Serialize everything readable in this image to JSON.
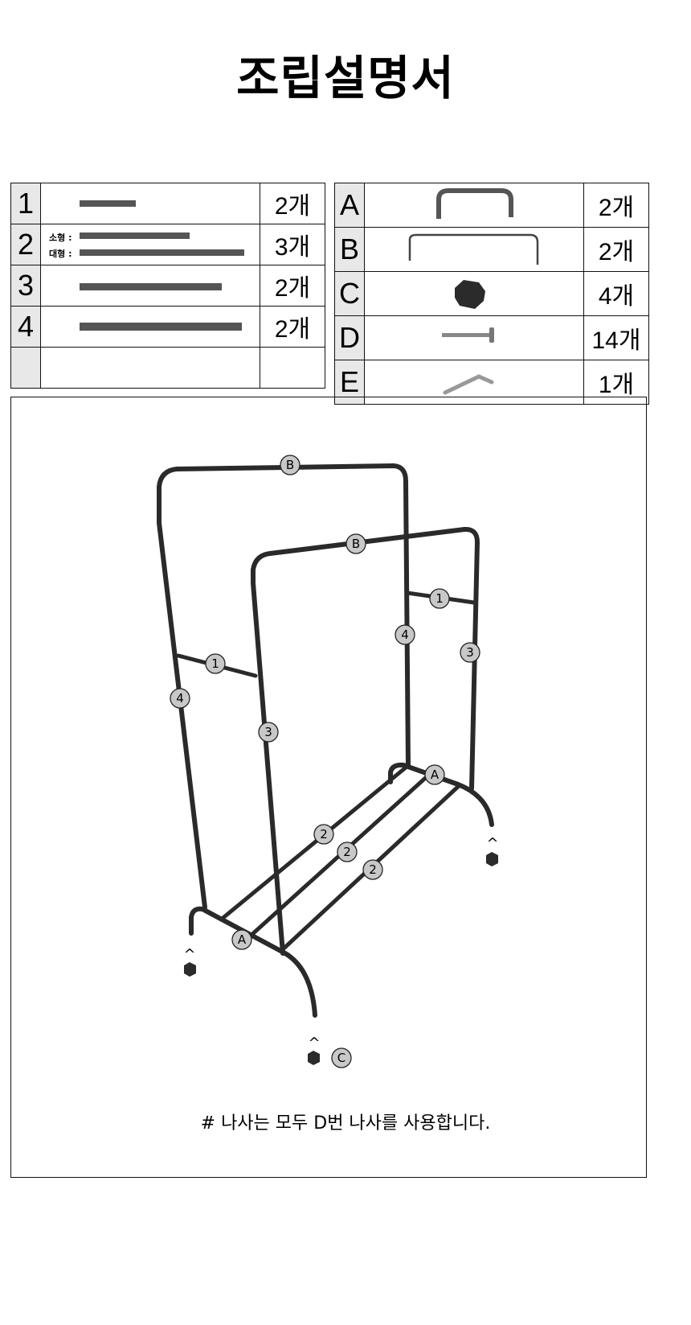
{
  "title": "조립설명서",
  "parts_left": [
    {
      "id": "1",
      "qty": "2개"
    },
    {
      "id": "2",
      "qty": "3개",
      "sizes": [
        "소형 :",
        "대형 :"
      ]
    },
    {
      "id": "3",
      "qty": "2개"
    },
    {
      "id": "4",
      "qty": "2개"
    },
    {
      "id": "",
      "qty": ""
    }
  ],
  "parts_right": [
    {
      "id": "A",
      "qty": "2개"
    },
    {
      "id": "B",
      "qty": "2개"
    },
    {
      "id": "C",
      "qty": "4개"
    },
    {
      "id": "D",
      "qty": "14개"
    },
    {
      "id": "E",
      "qty": "1개"
    }
  ],
  "diagram": {
    "labels": [
      "B",
      "B",
      "1",
      "4",
      "3",
      "1",
      "4",
      "3",
      "A",
      "2",
      "2",
      "2",
      "A",
      "C"
    ],
    "caret": "^",
    "note": "# 나사는 모두 D번 나사를 사용합니다."
  }
}
